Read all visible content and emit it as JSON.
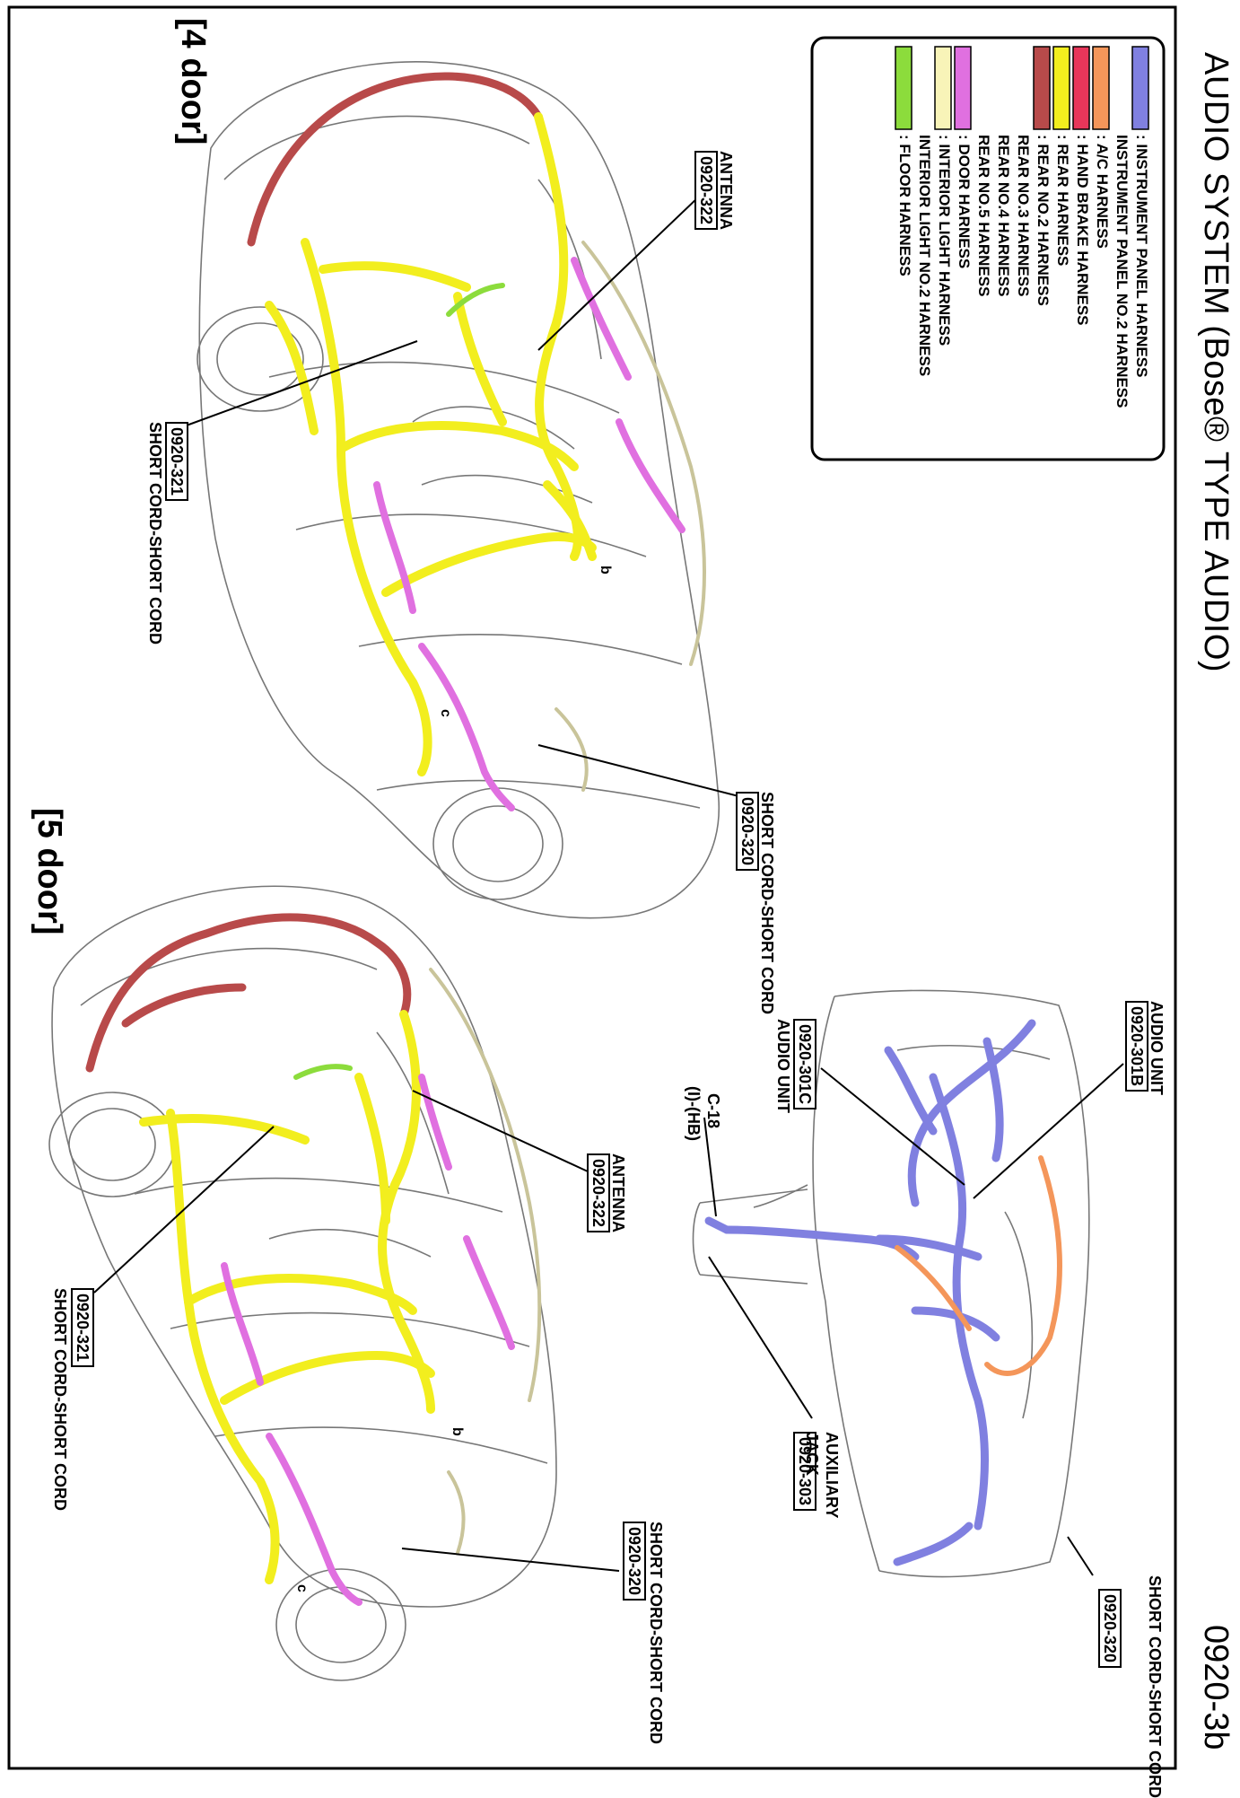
{
  "header": {
    "title": "AUDIO SYSTEM (Bose® TYPE AUDIO)",
    "page_number": "0920-3b"
  },
  "legend": {
    "items": [
      {
        "swatch_color": "#8080e0",
        "lines": [
          ": INSTRUMENT PANEL HARNESS",
          "  INSTRUMENT PANEL NO.2 HARNESS"
        ]
      },
      {
        "swatch_color": "#f4965a",
        "lines": [
          ": A/C HARNESS"
        ]
      },
      {
        "swatch_color": "#e8365a",
        "lines": [
          ": HAND BRAKE HARNESS"
        ]
      },
      {
        "swatch_color": "#f2ee1e",
        "lines": [
          ": REAR HARNESS"
        ]
      },
      {
        "swatch_color": "#b84a4a",
        "lines": [
          ": REAR NO.2 HARNESS",
          "  REAR NO.3 HARNESS",
          "  REAR NO.4 HARNESS",
          "  REAR NO.5 HARNESS"
        ]
      },
      {
        "swatch_color": "#e070e0",
        "lines": [
          ": DOOR HARNESS"
        ]
      },
      {
        "swatch_color": "#f8f4b8",
        "lines": [
          ": INTERIOR LIGHT HARNESS",
          "  INTERIOR LIGHT NO.2 HARNESS"
        ]
      },
      {
        "swatch_color": "#8cdc3c",
        "lines": [
          ": FLOOR HARNESS"
        ]
      }
    ]
  },
  "four_door": {
    "heading": "[4 door]",
    "antenna_label": "ANTENNA",
    "antenna_code": "0920-322",
    "short_cord_left_code": "0920-321",
    "short_cord_left_label": "SHORT CORD-SHORT CORD",
    "short_cord_right_code": "0920-320",
    "short_cord_right_label": "SHORT CORD-SHORT CORD",
    "marker_b": "b",
    "marker_c": "c"
  },
  "five_door": {
    "heading": "[5 door]",
    "antenna_label": "ANTENNA",
    "antenna_code": "0920-322",
    "short_cord_left_code": "0920-321",
    "short_cord_left_label": "SHORT CORD-SHORT CORD",
    "short_cord_right_code": "0920-320",
    "short_cord_right_label": "SHORT CORD-SHORT CORD",
    "marker_b": "b",
    "marker_c": "c"
  },
  "instrument_panel": {
    "audio_unit_b_label": "AUDIO UNIT",
    "audio_unit_b_code": "0920-301B",
    "audio_unit_c_code": "0920-301C",
    "audio_unit_c_label": "AUDIO UNIT",
    "connector_label": "C-18",
    "connector_sub": "(I)-(HB)",
    "aux_code": "0920-303",
    "aux_label_1": "AUXILIARY",
    "aux_label_2": "JACK",
    "short_cord_code": "0920-320",
    "short_cord_label": "SHORT CORD-SHORT CORD"
  }
}
